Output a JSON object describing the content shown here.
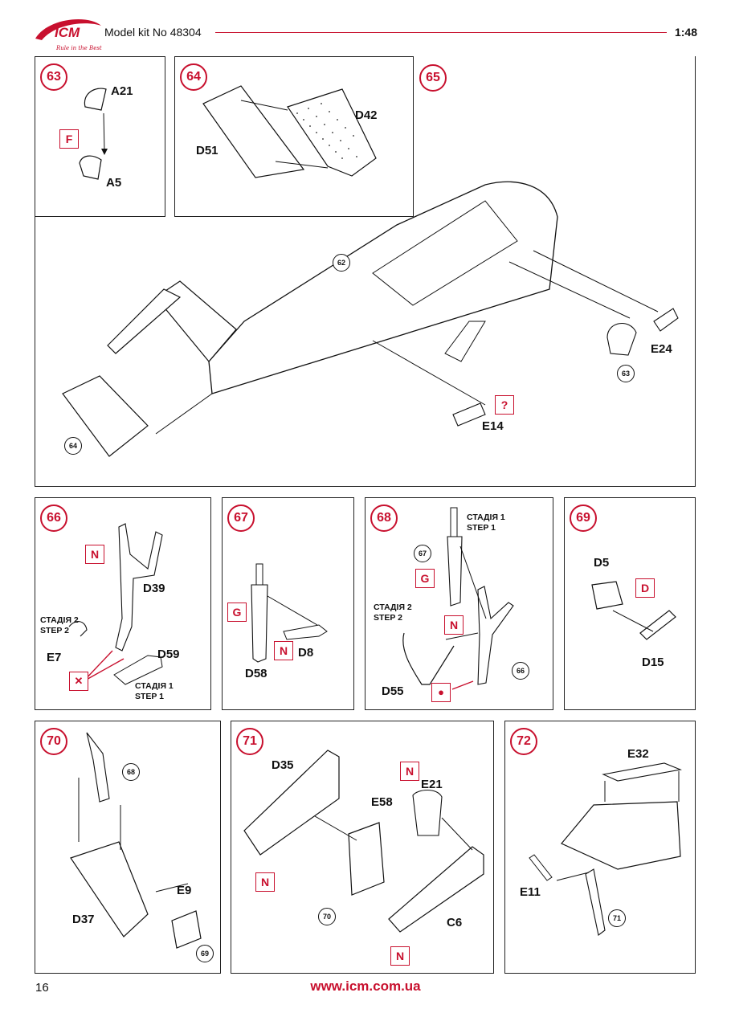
{
  "header": {
    "brand": "ICM",
    "tagline": "Rule in the Best",
    "kit_title": "Model kit No 48304",
    "scale": "1:48"
  },
  "colors": {
    "accent": "#c8102e",
    "ink": "#111111"
  },
  "steps": {
    "s63": {
      "number": "63",
      "labels": {
        "a21": "A21",
        "a5": "A5"
      },
      "markers": {
        "f": "F"
      }
    },
    "s64": {
      "number": "64",
      "labels": {
        "d42": "D42",
        "d51": "D51"
      }
    },
    "s65": {
      "number": "65",
      "labels": {
        "e24": "E24",
        "e14": "E14"
      },
      "markers": {
        "q": "?"
      },
      "refs": {
        "r62": "62",
        "r63": "63",
        "r64": "64"
      }
    },
    "s66": {
      "number": "66",
      "labels": {
        "d39": "D39",
        "e7": "E7",
        "d59": "D59"
      },
      "markers": {
        "n": "N"
      },
      "notes": {
        "stage2": "СТАДІЯ 2",
        "step2": "STEP 2",
        "stage1": "СТАДІЯ 1",
        "step1": "STEP 1"
      },
      "icons": [
        "no-glue-icon"
      ]
    },
    "s67": {
      "number": "67",
      "labels": {
        "d58": "D58",
        "d8": "D8"
      },
      "markers": {
        "g": "G",
        "n": "N"
      }
    },
    "s68": {
      "number": "68",
      "labels": {
        "d55": "D55"
      },
      "markers": {
        "g": "G",
        "n": "N"
      },
      "notes": {
        "stage1": "СТАДІЯ 1",
        "step1": "STEP 1",
        "stage2": "СТАДІЯ 2",
        "step2": "STEP 2"
      },
      "refs": {
        "r67": "67",
        "r66": "66"
      },
      "icons": [
        "glue-drop-icon"
      ]
    },
    "s69": {
      "number": "69",
      "labels": {
        "d5": "D5",
        "d15": "D15"
      },
      "markers": {
        "d": "D"
      }
    },
    "s70": {
      "number": "70",
      "labels": {
        "e9": "E9",
        "d37": "D37"
      },
      "refs": {
        "r68": "68",
        "r69": "69"
      }
    },
    "s71": {
      "number": "71",
      "labels": {
        "d35": "D35",
        "e21": "E21",
        "e58": "E58",
        "c6": "C6"
      },
      "markers": {
        "n1": "N",
        "n2": "N",
        "n3": "N"
      },
      "refs": {
        "r70": "70"
      }
    },
    "s72": {
      "number": "72",
      "labels": {
        "e32": "E32",
        "e11": "E11"
      },
      "refs": {
        "r71": "71"
      }
    }
  },
  "footer": {
    "page_number": "16",
    "url": "www.icm.com.ua"
  }
}
